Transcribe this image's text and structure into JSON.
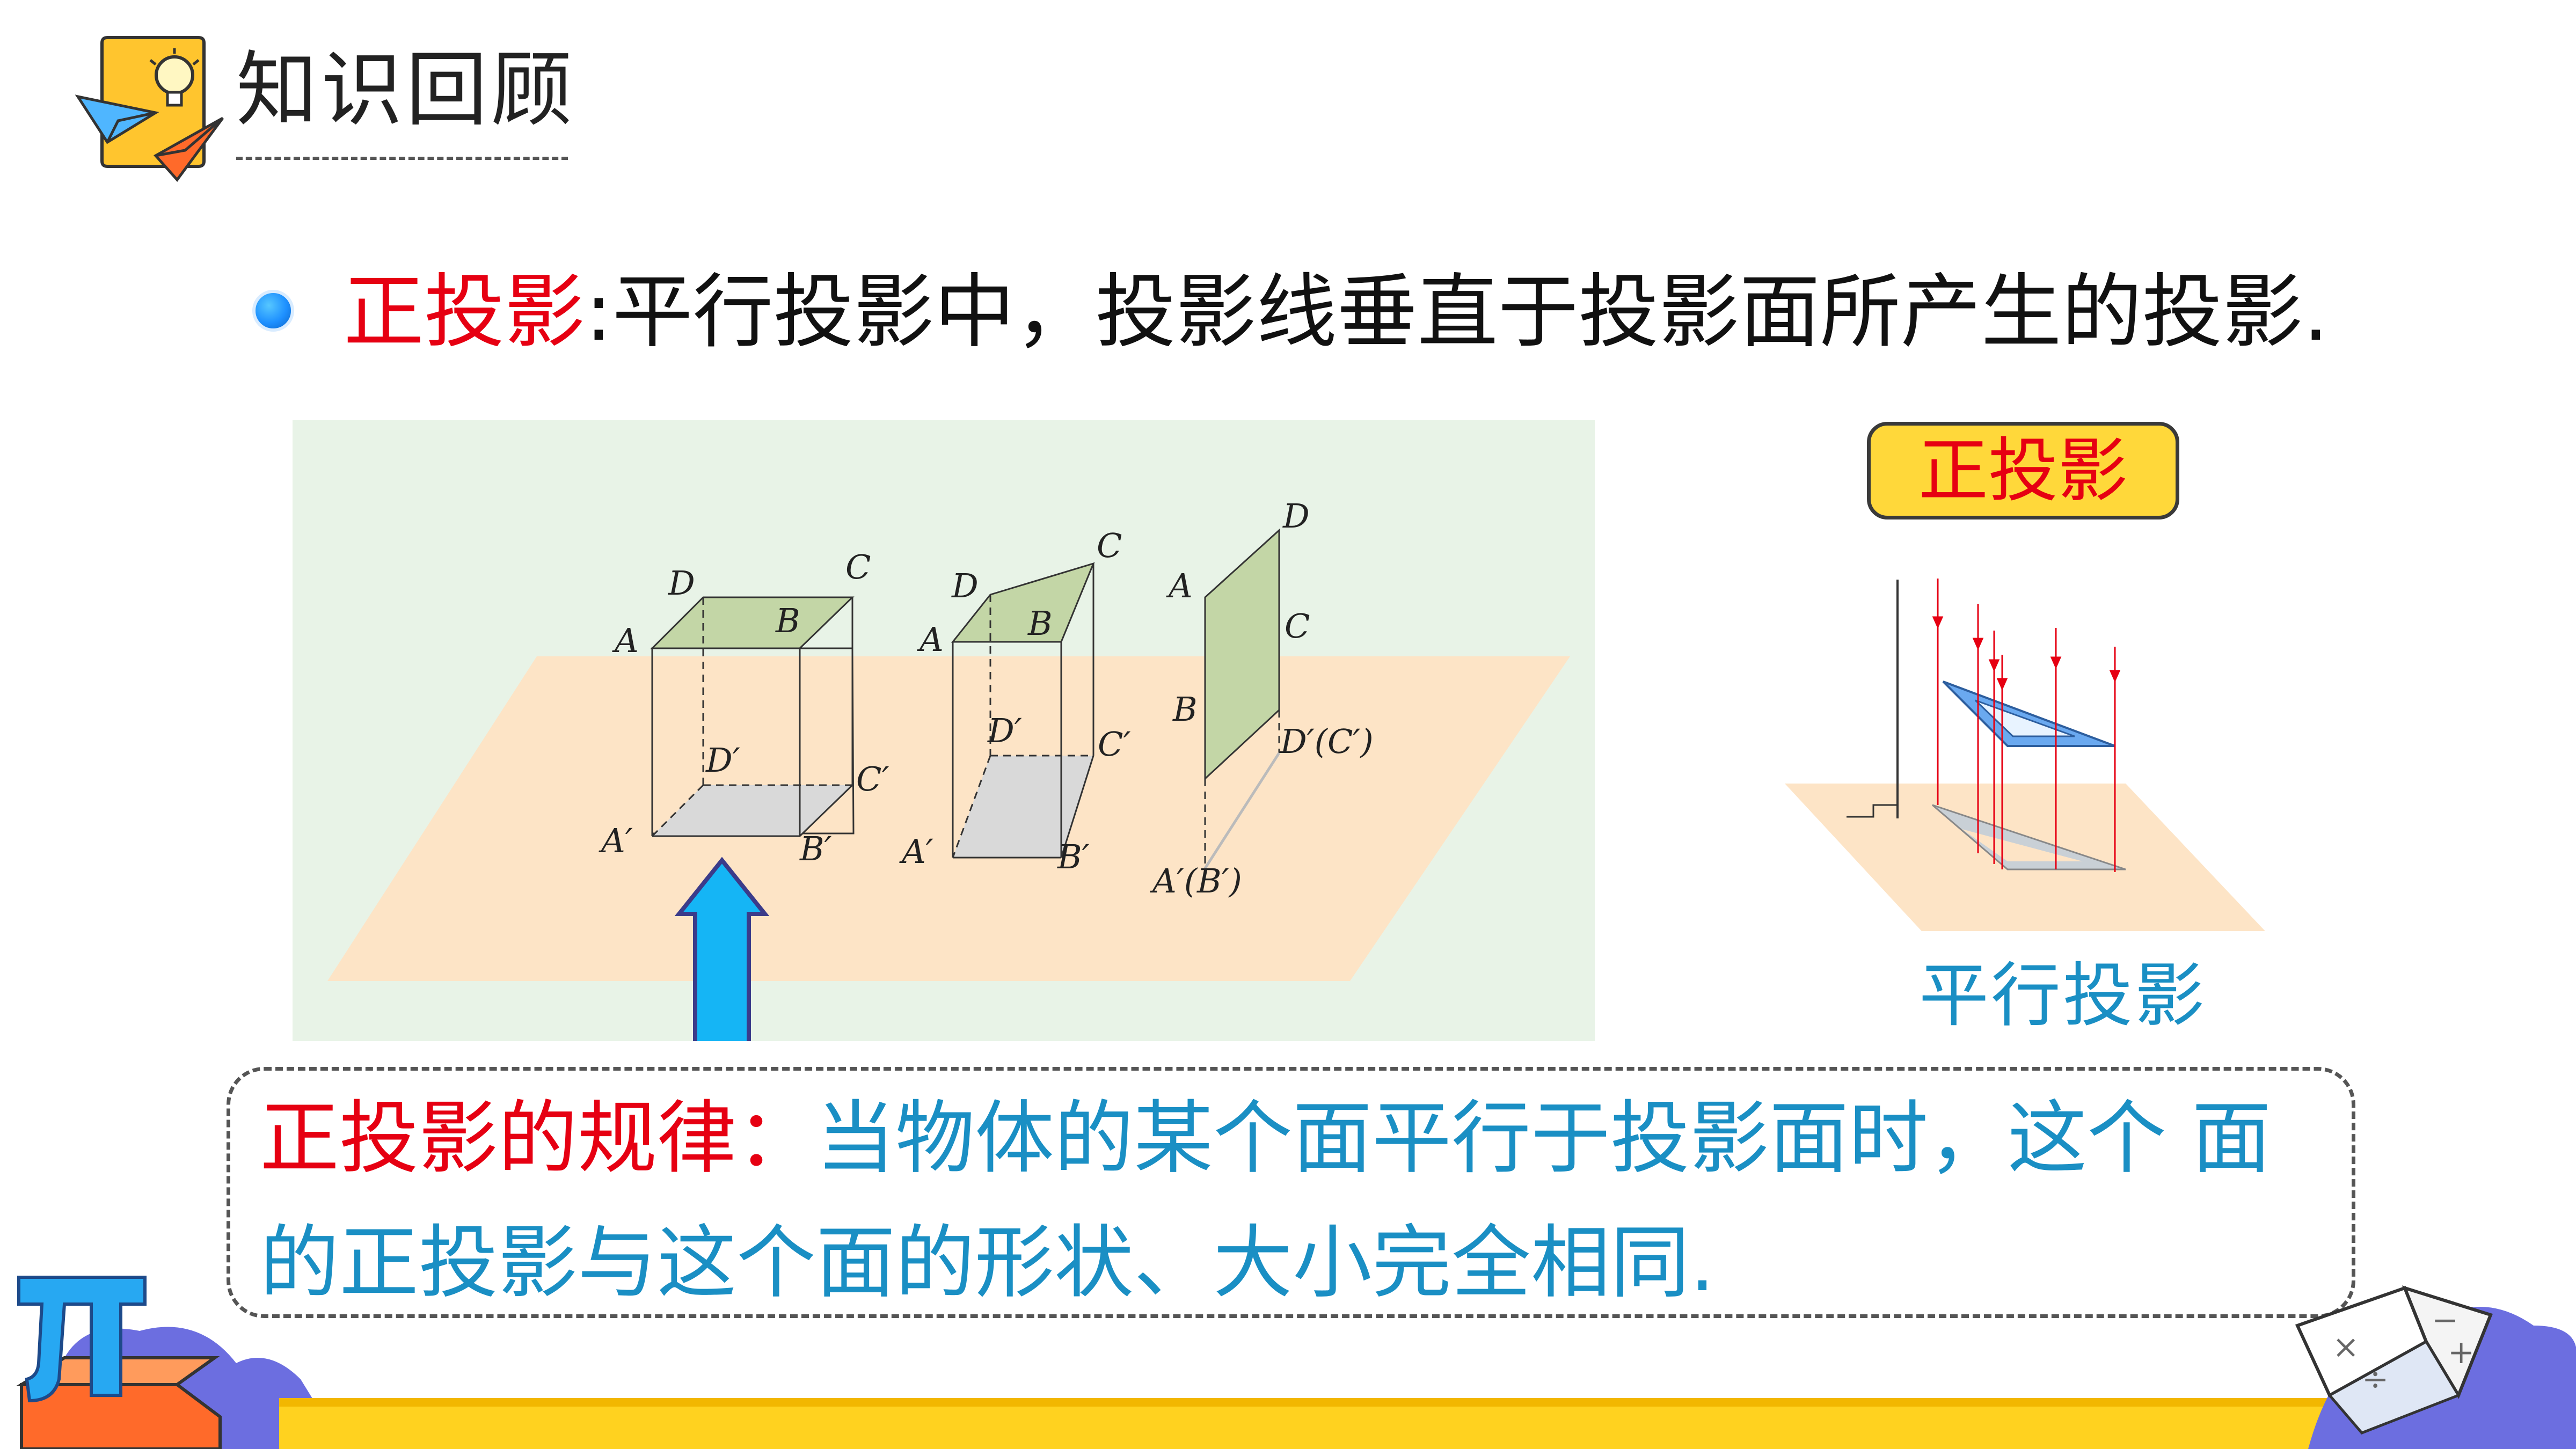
{
  "header": {
    "title": "知识回顾"
  },
  "definition": {
    "term": "正投影",
    "colon": ":",
    "text": "平行投影中，投影线垂直于投影面所产生的投影."
  },
  "figure": {
    "labels": {
      "box": {
        "D": "D",
        "C": "C",
        "A": "A",
        "B": "B",
        "D1": "D′",
        "C1": "C′",
        "A1": "A′",
        "B1": "B′"
      },
      "tilted": {
        "D": "D",
        "C": "C",
        "A": "A",
        "B": "B",
        "D1": "D′",
        "C1": "C′",
        "A1": "A′",
        "B1": "B′"
      },
      "vertical": {
        "D": "D",
        "A": "A",
        "C": "C",
        "B": "B",
        "DC1": "D′(C′)",
        "AB1": "A′(B′)"
      }
    }
  },
  "side_panel": {
    "badge": "正投影",
    "caption": "平行投影"
  },
  "rule": {
    "term": "正投影的规律：",
    "text_line1": "当物体的某个面平行于投影面时，这个  面",
    "text_line2": "的正投影与这个面的形状、大小完全相同."
  },
  "colors": {
    "accent_red": "#e60012",
    "accent_blue": "#1a8fc4",
    "panel_bg": "#e8f3e7",
    "plane_fill": "#fde4c6",
    "badge_yellow": "#ffd83a",
    "footer_yellow": "#ffd21f",
    "footer_purple": "#6c6ee0"
  },
  "icons": [
    "paper-planes-icon",
    "lightbulb-icon",
    "pi-symbol-icon",
    "math-book-icon",
    "up-arrow-icon"
  ]
}
